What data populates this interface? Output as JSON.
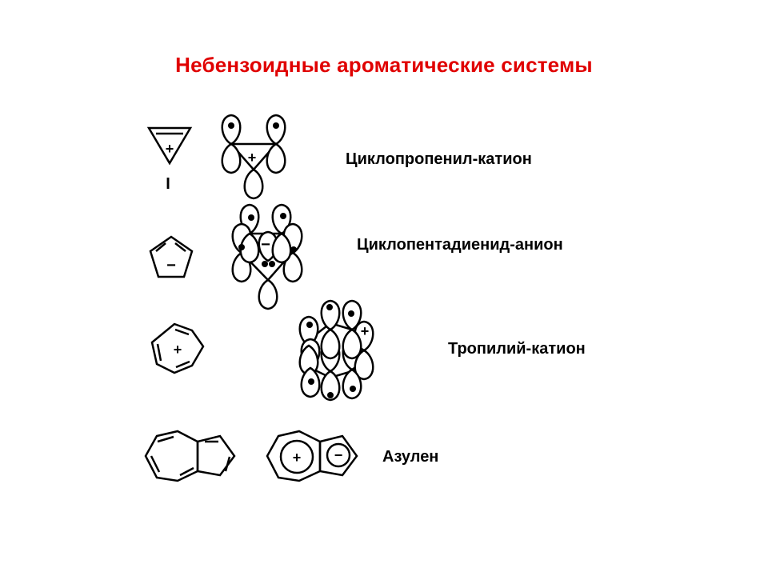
{
  "title": "Небензоидные ароматические системы",
  "rows": [
    {
      "name": "Циклопропенил-катион",
      "charge": "+",
      "sublabel": "I"
    },
    {
      "name": "Циклопентадиенид-анион",
      "charge": "−"
    },
    {
      "name": "Тропилий-катион",
      "charge": "+"
    },
    {
      "name": "Азулен",
      "charges": [
        "+",
        "−"
      ]
    }
  ],
  "colors": {
    "title": "#e00000",
    "lines": "#000000",
    "background": "#ffffff"
  }
}
